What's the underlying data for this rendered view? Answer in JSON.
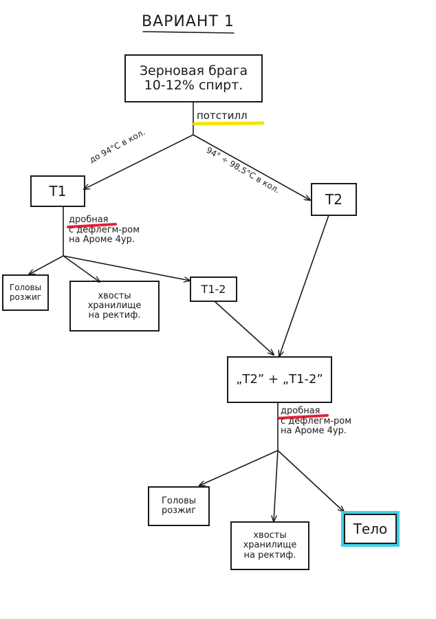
{
  "title": "ВАРИАНТ 1",
  "mash": {
    "line1": "Зерновая брага",
    "line2": "10-12% спирт."
  },
  "potstill": "потстилл",
  "edge_t1": "до 94°С в кол.",
  "edge_t2": "94° ÷ 98,5°С в кол.",
  "t1": "Т1",
  "t2": "Т2",
  "frac1": {
    "line1": "дробная",
    "line2": "с дефлегм-ром",
    "line3": "на Ароме 4ур."
  },
  "heads1": {
    "line1": "Головы",
    "line2": "розжиг"
  },
  "tails1": {
    "line1": "хвосты",
    "line2": "хранилище",
    "line3": "на ректиф."
  },
  "t12": "Т1-2",
  "combined": "„Т2” + „Т1-2”",
  "frac2": {
    "line1": "дробная",
    "line2": "с дефлегм-ром",
    "line3": "на Ароме 4ур."
  },
  "heads2": {
    "line1": "Головы",
    "line2": "розжиг"
  },
  "tails2": {
    "line1": "хвосты",
    "line2": "хранилище",
    "line3": "на ректиф."
  },
  "body": "Тело",
  "colors": {
    "ink": "#1a1a1a",
    "yellow_highlight": "#f5e600",
    "red_underline": "#e8203a",
    "cyan_frame": "#3ccfe6"
  }
}
